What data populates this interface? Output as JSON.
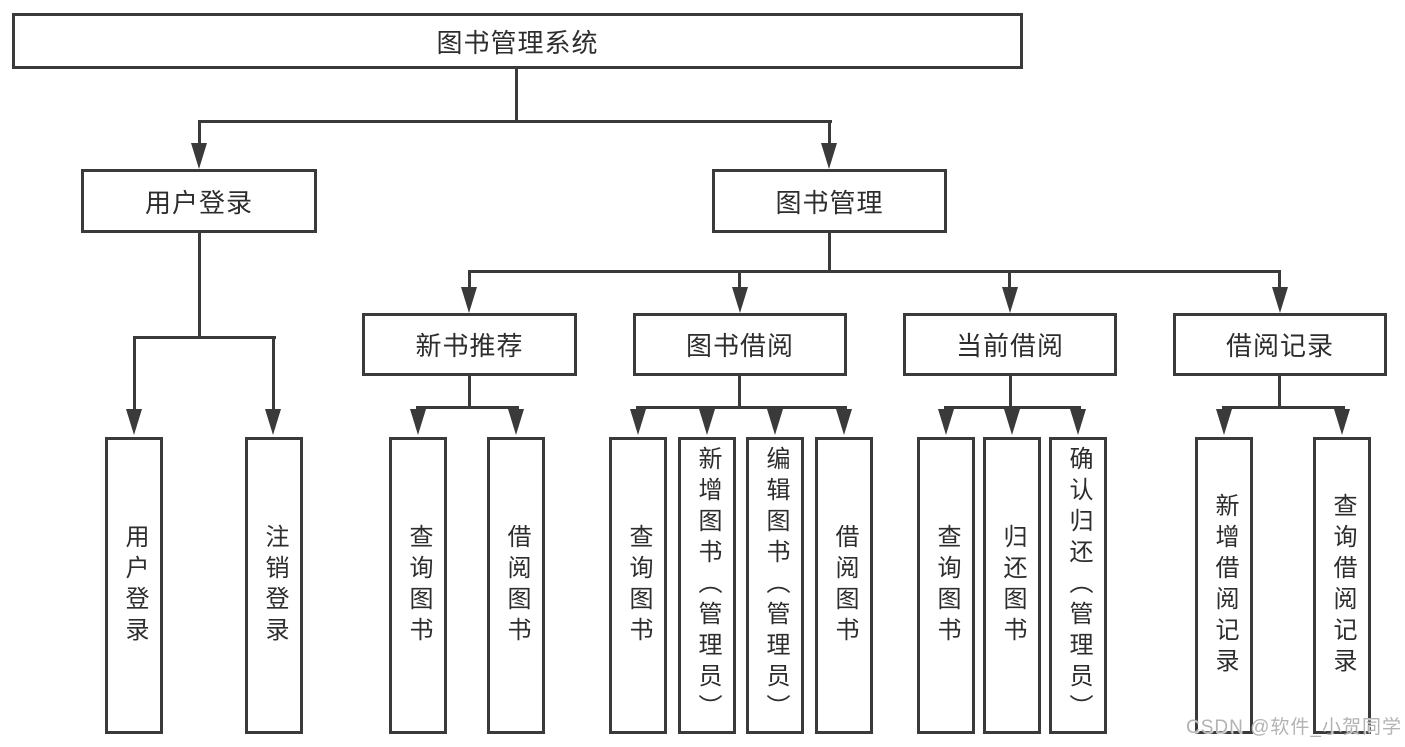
{
  "colors": {
    "line": "#3a3a3a",
    "text": "#2d2d2d",
    "background": "#ffffff",
    "watermark": "#b3b3b3"
  },
  "nodes": {
    "root": "图书管理系统",
    "l2": [
      "用户登录",
      "图书管理"
    ],
    "l3": [
      "新书推荐",
      "图书借阅",
      "当前借阅",
      "借阅记录"
    ],
    "leaves": [
      "用户登录",
      "注销登录",
      "查询图书",
      "借阅图书",
      "查询图书",
      "新增图书（管理员）",
      "编辑图书（管理员）",
      "借阅图书",
      "查询图书",
      "归还图书",
      "确认归还（管理员）",
      "新增借阅记录",
      "查询借阅记录"
    ]
  },
  "watermark": "CSDN @软件_小贺同学"
}
